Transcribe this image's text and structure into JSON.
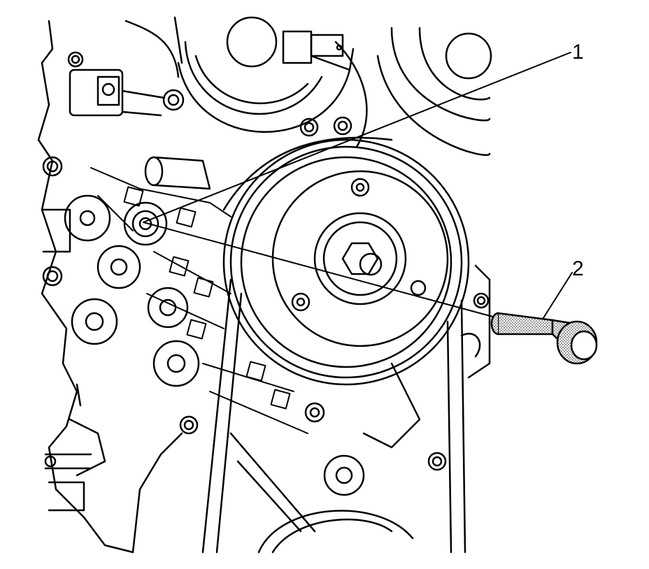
{
  "callouts": [
    {
      "id": "1",
      "label": "1"
    },
    {
      "id": "2",
      "label": "2"
    }
  ],
  "colors": {
    "line": "#000000",
    "background": "#ffffff",
    "tool_fill": "#bdbdbd"
  }
}
